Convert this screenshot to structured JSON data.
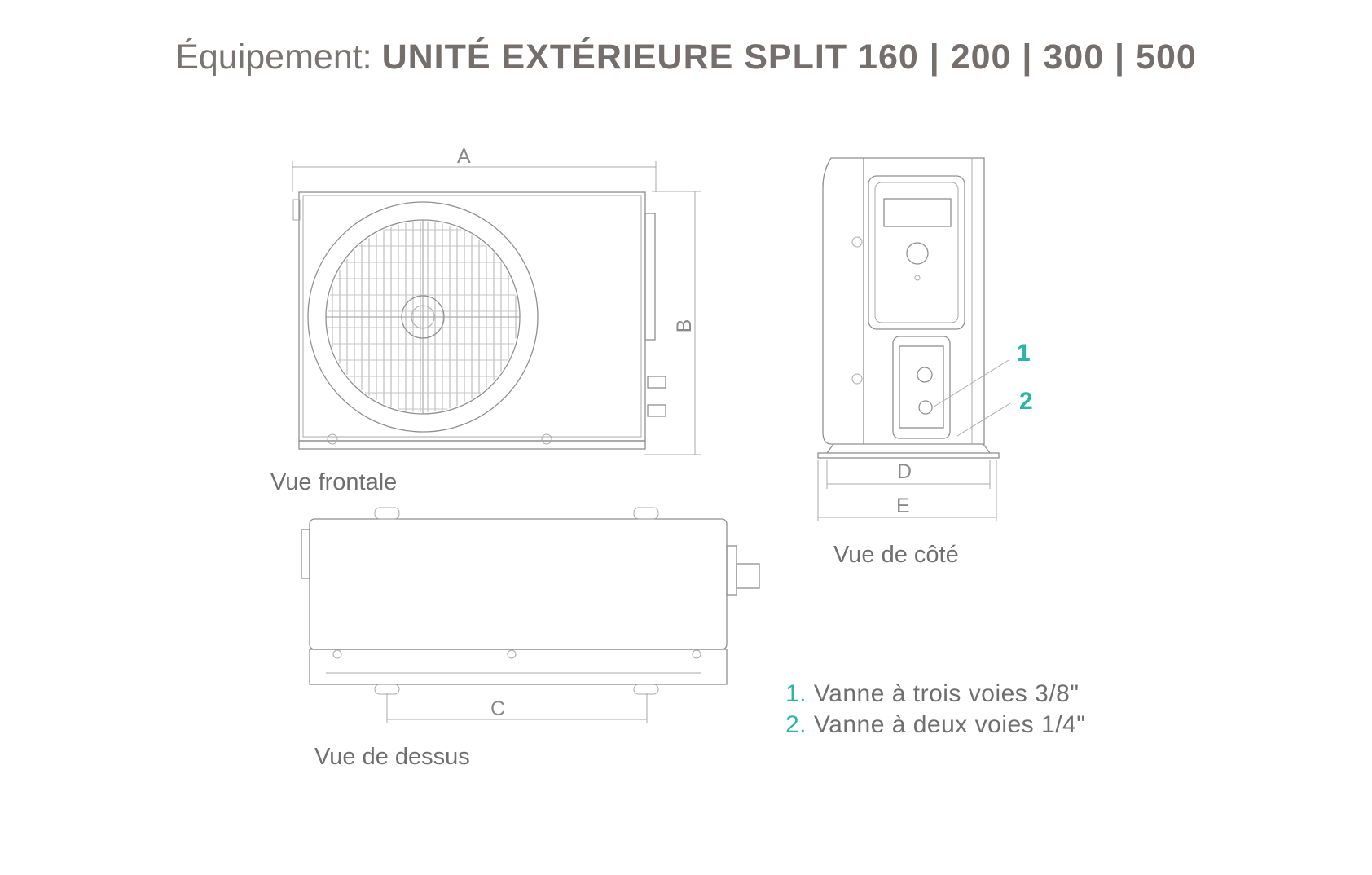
{
  "title": {
    "prefix": "Équipement: ",
    "main": "UNITÉ EXTÉRIEURE SPLIT 160 | 200 | 300 | 500"
  },
  "views": {
    "front": "Vue frontale",
    "side": "Vue de côté",
    "top": "Vue de dessus"
  },
  "dimensions": {
    "a": "A",
    "b": "B",
    "c": "C",
    "d": "D",
    "e": "E"
  },
  "callouts": [
    "1",
    "2"
  ],
  "legend": [
    {
      "num": "1.",
      "text": "Vanne à trois voies 3/8\""
    },
    {
      "num": "2.",
      "text": "Vanne à deux voies 1/4\""
    }
  ],
  "colors": {
    "accent": "#2bb5a3",
    "text": "#746e6c"
  }
}
